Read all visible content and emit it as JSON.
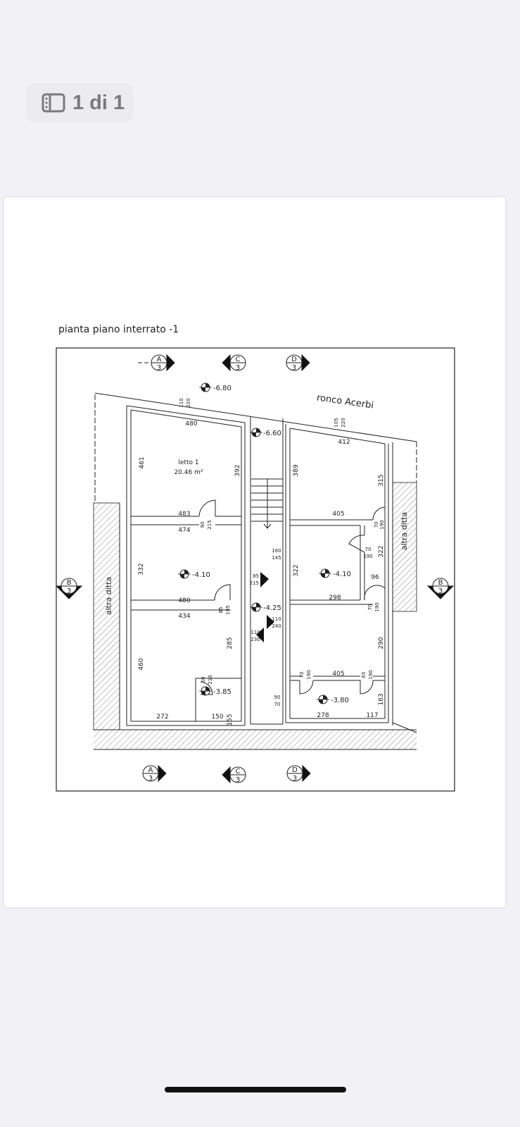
{
  "header": {
    "page_indicator": "1 di 1",
    "sidebar_icon": "sidebar-icon"
  },
  "drawing": {
    "title": "pianta piano interrato -1",
    "street": "ronco Acerbi",
    "neighbor_label": "altra ditta",
    "room": {
      "name": "letto 1",
      "area": "20.46 m²"
    },
    "levels": [
      "-6.80",
      "-6.60",
      "-4.10",
      "-4.10",
      "-4.25",
      "-3.85",
      "-3.80"
    ],
    "sections": {
      "a": "A",
      "b": "B",
      "c": "C",
      "d": "D",
      "sheet": "3"
    },
    "dims": [
      "480",
      "461",
      "392",
      "483",
      "474",
      "332",
      "480",
      "434",
      "285",
      "460",
      "155",
      "272",
      "150",
      "412",
      "389",
      "315",
      "405",
      "322",
      "322",
      "96",
      "298",
      "290",
      "405",
      "163",
      "278",
      "117"
    ],
    "openings": [
      {
        "w": "110",
        "h": "220"
      },
      {
        "w": "90",
        "h": "215"
      },
      {
        "w": "85",
        "h": "215"
      },
      {
        "w": "85",
        "h": "195"
      },
      {
        "w": "110",
        "h": "240"
      },
      {
        "w": "110",
        "h": "230"
      },
      {
        "w": "60",
        "h": "210"
      },
      {
        "w": "105",
        "h": "220"
      },
      {
        "w": "70",
        "h": "190"
      },
      {
        "w": "70",
        "h": "190"
      },
      {
        "w": "160",
        "h": "145"
      },
      {
        "w": "70",
        "h": "190"
      },
      {
        "w": "70",
        "h": "190"
      },
      {
        "w": "65",
        "h": "190"
      },
      {
        "w": "90",
        "h": "70"
      }
    ]
  }
}
